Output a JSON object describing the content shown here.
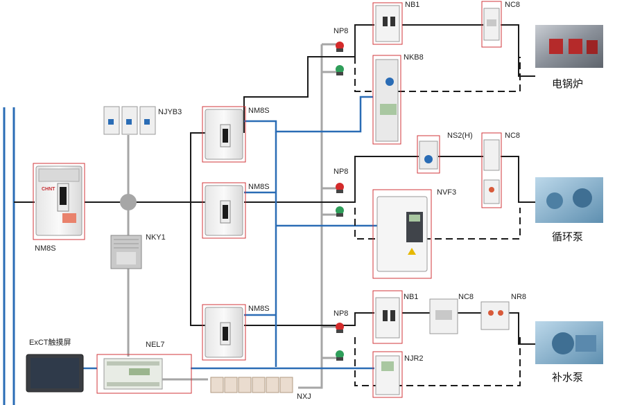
{
  "labels": {
    "main_breaker": "NM8S",
    "breaker_top": "NM8S",
    "breaker_mid": "NM8S",
    "breaker_bot": "NM8S",
    "relay_modules": "NJYB3",
    "power_supply": "NKY1",
    "plc": "NEL7",
    "touch_screen": "ExCT触摸屏",
    "relays": "NXJ",
    "boiler_mcb": "NB1",
    "boiler_contactor": "NC8",
    "boiler_starter": "NKB8",
    "boiler_indicator": "NP8",
    "circ_motor_protector": "NS2(H)",
    "circ_contactor": "NC8",
    "circ_inverter": "NVF3",
    "circ_indicator": "NP8",
    "feed_mcb": "NB1",
    "feed_contactor": "NC8",
    "feed_overload": "NR8",
    "feed_softstarter": "NJR2",
    "feed_indicator": "NP8"
  },
  "loads": {
    "boiler": "电锅炉",
    "circulation_pump": "循环泵",
    "feed_pump": "补水泵"
  },
  "colors": {
    "power_line": "#1a1a1a",
    "control_line": "#2a6cb5",
    "aux_line": "#a6a6a6",
    "highlight_box": "#d0343a",
    "bus": "#2a6cb5"
  }
}
